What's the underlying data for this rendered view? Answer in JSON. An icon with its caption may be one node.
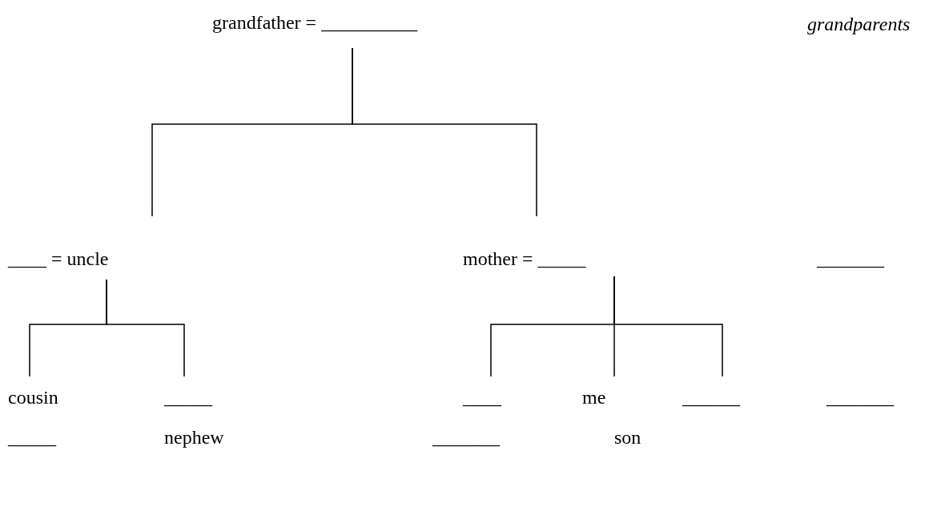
{
  "diagram": {
    "nodes": [
      {
        "text": [
          "grandfather = __________"
        ]
      },
      {
        "text": [
          "____ = uncle"
        ]
      },
      {
        "text": [
          "mother = _____"
        ]
      },
      {
        "text": [
          "cousin"
        ]
      },
      {
        "text": [
          "_____"
        ]
      },
      {
        "text": [
          "____"
        ]
      },
      {
        "text": [
          "me"
        ]
      },
      {
        "text": [
          "______"
        ]
      }
    ],
    "edges": [
      {
        "from": 0,
        "to": 1,
        "arrow": "none"
      },
      {
        "from": 0,
        "to": 2,
        "arrow": "none"
      },
      {
        "from": 1,
        "to": 3,
        "arrow": "none"
      },
      {
        "from": 1,
        "to": 4,
        "arrow": "none"
      },
      {
        "from": 2,
        "to": 5,
        "arrow": "none"
      },
      {
        "from": 2,
        "to": 6,
        "arrow": "none"
      },
      {
        "from": 2,
        "to": 7,
        "arrow": "none"
      }
    ],
    "labels": [
      "grandparents",
      "_______",
      "_______",
      "_____",
      "nephew",
      "_______",
      "son"
    ]
  }
}
